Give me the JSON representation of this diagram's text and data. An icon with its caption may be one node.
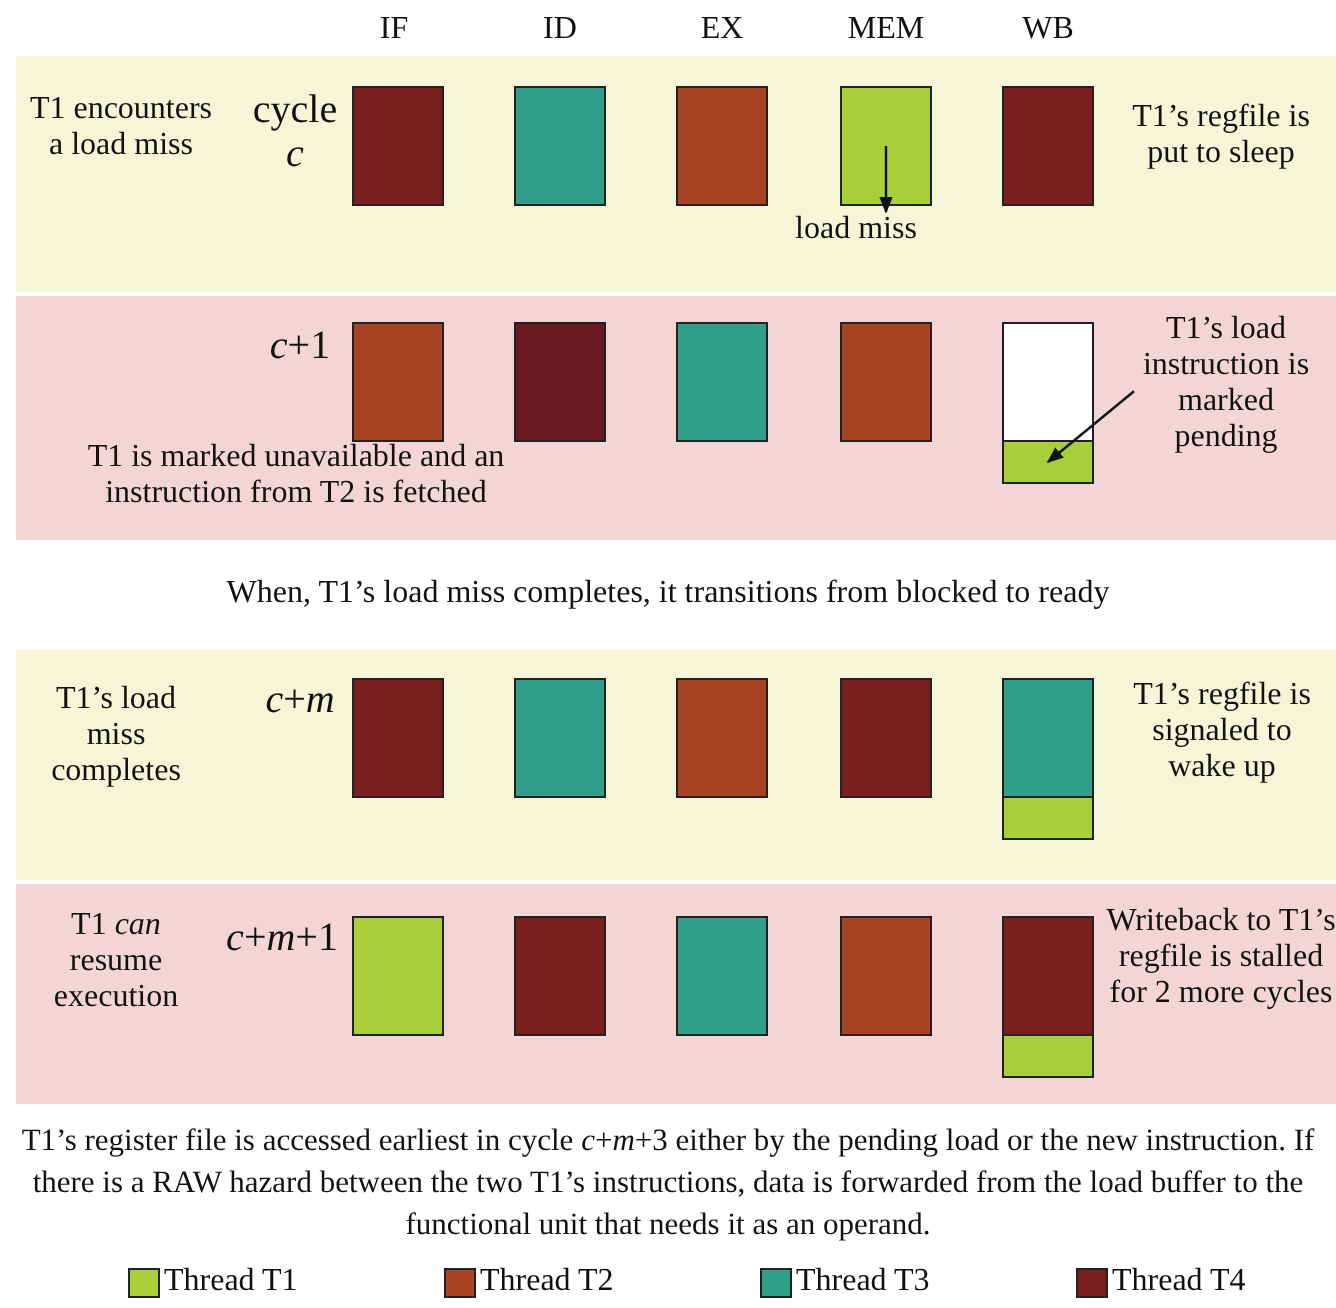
{
  "diagram": {
    "nodes": [
      {
        "text": [
          "T1 encounters a load miss",
          "cycle *c*",
          "T1’s regfile is put to sleep"
        ]
      },
      {
        "text": [],
        "shape": "box",
        "in": 0
      },
      {
        "text": [],
        "shape": "box",
        "in": 0
      },
      {
        "text": [],
        "shape": "box",
        "in": 0
      },
      {
        "text": [],
        "shape": "box",
        "in": 0
      },
      {
        "text": [],
        "shape": "box",
        "in": 0
      },
      {
        "text": [
          "load miss"
        ],
        "in": 0
      },
      {
        "text": [
          "*c*+1",
          "T1 is marked unavailable and an instruction from T2 is fetched"
        ]
      },
      {
        "text": [],
        "shape": "box",
        "in": 7
      },
      {
        "text": [],
        "shape": "box",
        "in": 7
      },
      {
        "text": [],
        "shape": "box",
        "in": 7
      },
      {
        "text": [],
        "shape": "box",
        "in": 7
      },
      {
        "text": [],
        "shape": "box",
        "in": 7
      },
      {
        "text": [],
        "shape": "box",
        "in": 7
      },
      {
        "text": [
          "T1’s load instruction is marked pending"
        ],
        "in": 7
      },
      {
        "text": [
          "T1’s load miss completes",
          "*c*+*m*",
          "T1’s regfile is signaled to wake up"
        ]
      },
      {
        "text": [],
        "shape": "box",
        "in": 15
      },
      {
        "text": [],
        "shape": "box",
        "in": 15
      },
      {
        "text": [],
        "shape": "box",
        "in": 15
      },
      {
        "text": [],
        "shape": "box",
        "in": 15
      },
      {
        "text": [],
        "shape": "box",
        "in": 15
      },
      {
        "text": [],
        "shape": "box",
        "in": 15
      },
      {
        "text": [
          "T1 *can* resume execution",
          "*c*+*m*+1",
          "Writeback to T1’s regfile is stalled for 2 more cycles"
        ]
      },
      {
        "text": [],
        "shape": "box",
        "in": 22
      },
      {
        "text": [],
        "shape": "box",
        "in": 22
      },
      {
        "text": [],
        "shape": "box",
        "in": 22
      },
      {
        "text": [],
        "shape": "box",
        "in": 22
      },
      {
        "text": [],
        "shape": "box",
        "in": 22
      },
      {
        "text": [],
        "shape": "box",
        "in": 22
      }
    ],
    "edges": [
      {
        "from": 4,
        "to": 6,
        "arrow": "to"
      },
      {
        "from": 14,
        "to": 13,
        "arrow": "to"
      }
    ],
    "labels": [
      "IF",
      "ID",
      "EX",
      "MEM",
      "WB",
      "When, T1’s load miss completes, it transitions from blocked to ready",
      "T1’s register file is accessed earliest in cycle *c*+*m*+3 either by the pending load or the new instruction. If there is a RAW hazard between the two T1’s instructions, data is forwarded from the load buffer to the functional unit that needs it as an operand."
    ],
    "legend": [
      {
        "text": "Thread T1",
        "color": "#a8cf38"
      },
      {
        "text": "Thread T2",
        "color": "#a84423"
      },
      {
        "text": "Thread T3",
        "color": "#30a08a"
      },
      {
        "text": "Thread T4",
        "color": "#7a1f1f"
      }
    ]
  }
}
